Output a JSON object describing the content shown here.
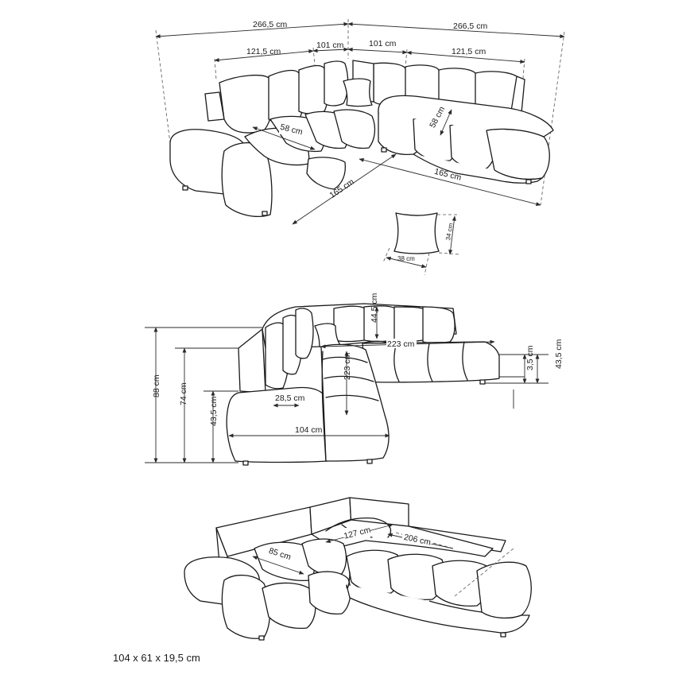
{
  "views": {
    "top": {
      "overall_left": "266,5 cm",
      "overall_right": "266,5 cm",
      "back_left": "121,5 cm",
      "back_corner_left": "101 cm",
      "back_corner_right": "101 cm",
      "back_right": "121,5 cm",
      "seat_depth_left": "58 cm",
      "seat_depth_right": "58 cm",
      "front_left": "165 cm",
      "front_right": "165 cm"
    },
    "cushion": {
      "width": "38 cm",
      "height": "34 cm"
    },
    "side": {
      "backrest_height": "44,5 cm",
      "corner_width": "223 cm",
      "leg_height": "3,5 cm",
      "seat_height_right": "43,5 cm",
      "total_height": "88 cm",
      "arm_height": "74 cm",
      "seat_height_left": "43,5 cm",
      "seat_depth_front": "223 cm",
      "arm_width": "28,5 cm",
      "depth": "104 cm"
    },
    "bed": {
      "bed_left": "85 cm",
      "bed_middle": "127 cm",
      "bed_right": "206 cm"
    }
  },
  "caption": "104 x 61 x 19,5 cm"
}
